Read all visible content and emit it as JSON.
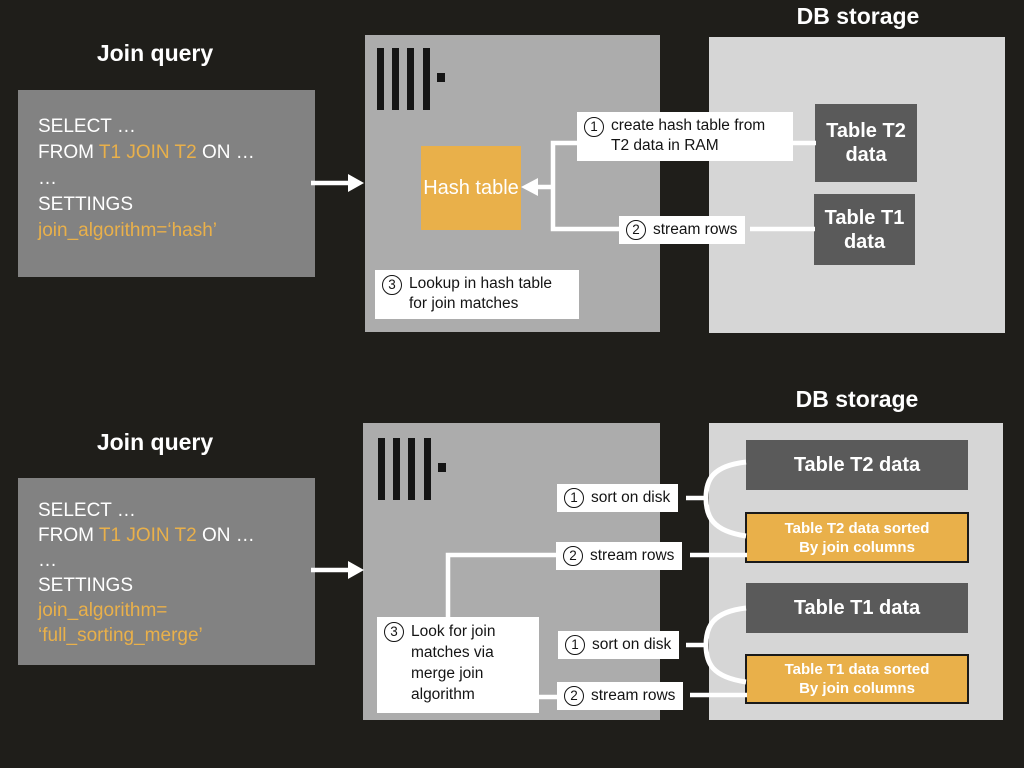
{
  "colors": {
    "background": "#1F1E1A",
    "query_box_gray": "#828282",
    "server_box_gray": "#ACACAC",
    "db_storage_gray": "#D6D6D6",
    "table_box_dark": "#5A5A5A",
    "accent_orange": "#E9B04A",
    "connector_white": "#FFFFFF",
    "label_text": "#141414"
  },
  "diagram1": {
    "title": "Join query",
    "query": {
      "line1": "SELECT …",
      "line2_pre": "FROM ",
      "line2_hl": "T1 JOIN T2",
      "line2_post": " ON …",
      "line3": "…",
      "line4": "SETTINGS",
      "line5_hl": "join_algorithm=‘hash’"
    },
    "server": {
      "hash_table_label": "Hash table"
    },
    "steps": {
      "create_hash": {
        "num": "1",
        "line1": "create hash table from",
        "line2": "T2 data in RAM"
      },
      "stream_rows": {
        "num": "2",
        "text": "stream rows"
      },
      "lookup": {
        "num": "3",
        "line1": "Lookup in hash table",
        "line2": "for join matches"
      }
    },
    "db": {
      "title": "DB storage",
      "t2_line1": "Table T2",
      "t2_line2": "data",
      "t1_line1": "Table T1",
      "t1_line2": "data"
    }
  },
  "diagram2": {
    "title": "Join query",
    "query": {
      "line1": "SELECT …",
      "line2_pre": "FROM ",
      "line2_hl": "T1 JOIN T2",
      "line2_post": " ON …",
      "line3": "…",
      "line4": "SETTINGS",
      "line5_hl": "join_algorithm=",
      "line6_hl": "‘full_sorting_merge’"
    },
    "steps": {
      "sort1": {
        "num": "1",
        "text": "sort on disk"
      },
      "stream1": {
        "num": "2",
        "text": "stream rows"
      },
      "look": {
        "num": "3",
        "line1": "Look for join",
        "line2": "matches via",
        "line3": "merge join",
        "line4": "algorithm"
      },
      "sort2": {
        "num": "1",
        "text": "sort on disk"
      },
      "stream2": {
        "num": "2",
        "text": "stream rows"
      }
    },
    "db": {
      "title": "DB storage",
      "t2": "Table T2 data",
      "t2_sorted_line1": "Table T2 data sorted",
      "t2_sorted_line2": "By join columns",
      "t1": "Table T1 data",
      "t1_sorted_line1": "Table T1 data sorted",
      "t1_sorted_line2": "By join columns"
    }
  }
}
